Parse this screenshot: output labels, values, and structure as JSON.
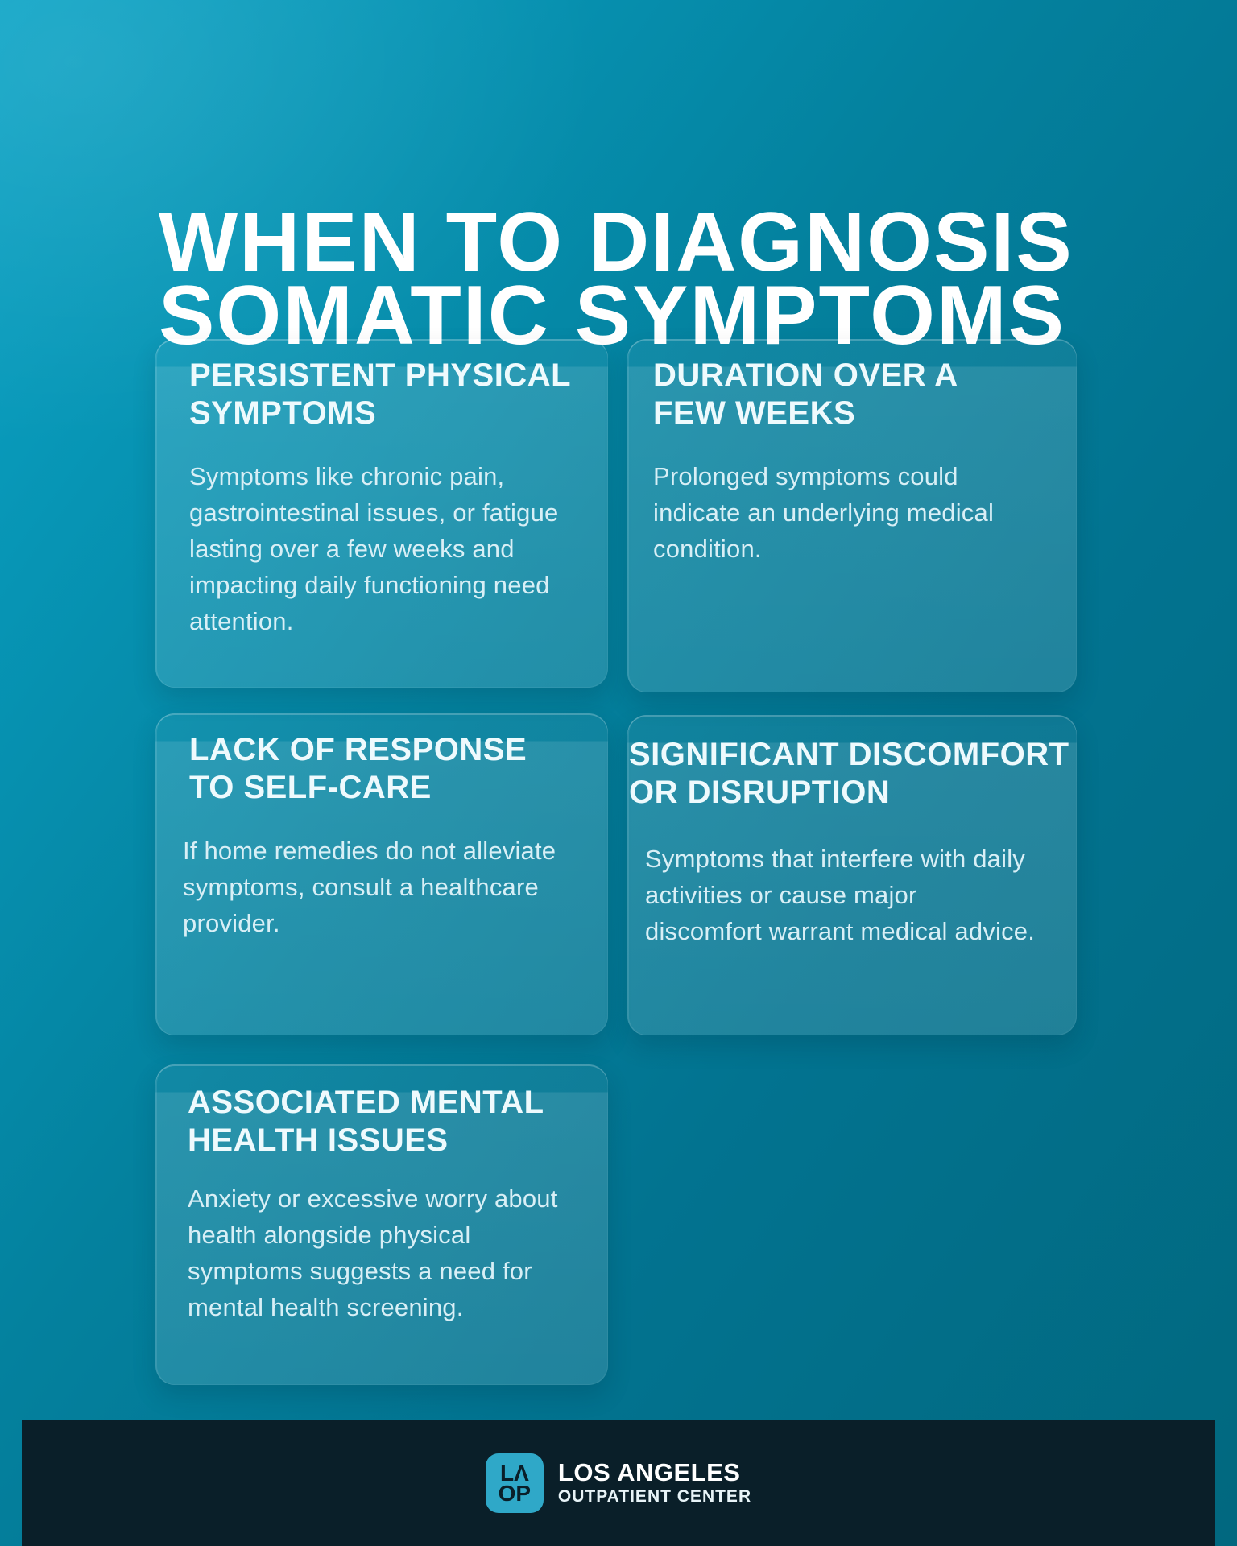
{
  "poster": {
    "title_lines": [
      "WHEN TO DIAGNOSIS",
      "SOMATIC SYMPTOMS"
    ]
  },
  "cards": [
    {
      "lines": [
        "PERSISTENT PHYSICAL",
        "SYMPTOMS"
      ],
      "body": "Symptoms like chronic pain, gastrointestinal issues, or fatigue lasting over a few weeks and impacting daily functioning need attention."
    },
    {
      "lines": [
        "DURATION OVER A",
        "FEW WEEKS"
      ],
      "body": "Prolonged symptoms could indicate an underlying medical condition."
    },
    {
      "lines": [
        "LACK OF RESPONSE",
        "TO SELF-CARE"
      ],
      "body": "If home remedies do not alleviate symptoms, consult a healthcare provider."
    },
    {
      "lines": [
        "SIGNIFICANT DISCOMFORT",
        "OR DISRUPTION"
      ],
      "body": "Symptoms that interfere with daily activities or cause major discomfort warrant medical advice."
    },
    {
      "lines": [
        "ASSOCIATED MENTAL",
        "HEALTH ISSUES"
      ],
      "body": "Anxiety or excessive worry about health alongside physical symptoms suggests a need for mental health screening."
    }
  ],
  "footer": {
    "logo_line1": "LΛ",
    "logo_line2": "OP",
    "org_name": "LOS ANGELES",
    "org_subtitle": "OUTPATIENT CENTER"
  },
  "colors": {
    "background_top_left": "#0CA4C6",
    "background_bottom_right": "#01687F",
    "card_overlay": "rgba(255,255,255,0.12)",
    "heading_text": "#EEFAFD",
    "body_text": "#D8EFF6",
    "footer_bg": "#0A1F29",
    "logo_bg": "#2FA8C8"
  }
}
